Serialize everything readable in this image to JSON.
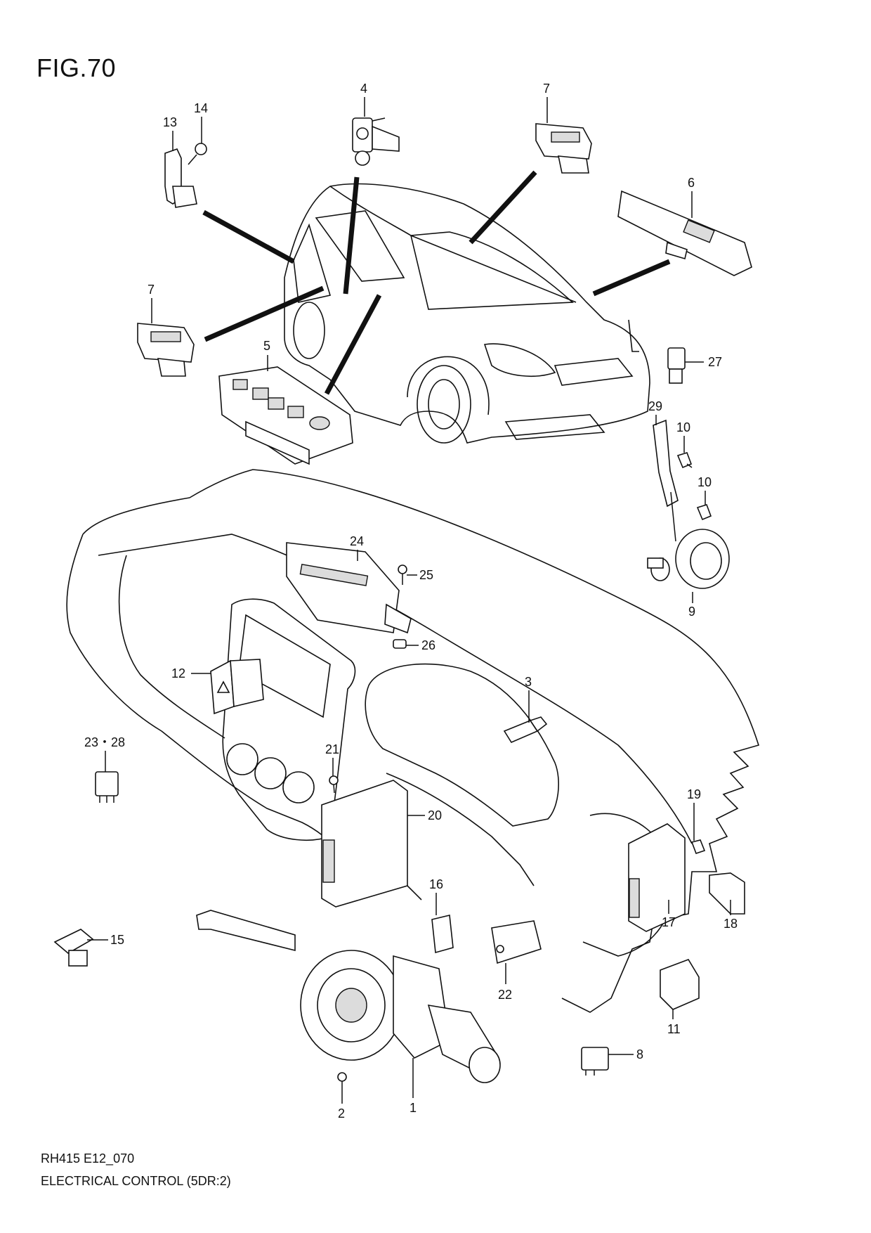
{
  "figure": {
    "title": "FIG.70"
  },
  "footer": {
    "code": "RH415 E12_070",
    "caption": "ELECTRICAL CONTROL (5DR:2)"
  },
  "callouts": {
    "p1": "1",
    "p2": "2",
    "p3": "3",
    "p4": "4",
    "p5": "5",
    "p6": "6",
    "p7a": "7",
    "p7b": "7",
    "p8": "8",
    "p9": "9",
    "p10a": "10",
    "p10b": "10",
    "p11": "11",
    "p12": "12",
    "p13": "13",
    "p14": "14",
    "p15": "15",
    "p16": "16",
    "p17": "17",
    "p18": "18",
    "p19": "19",
    "p20": "20",
    "p21": "21",
    "p22": "22",
    "p23_28": "23・28",
    "p24": "24",
    "p25": "25",
    "p26": "26",
    "p27": "27",
    "p29": "29"
  }
}
